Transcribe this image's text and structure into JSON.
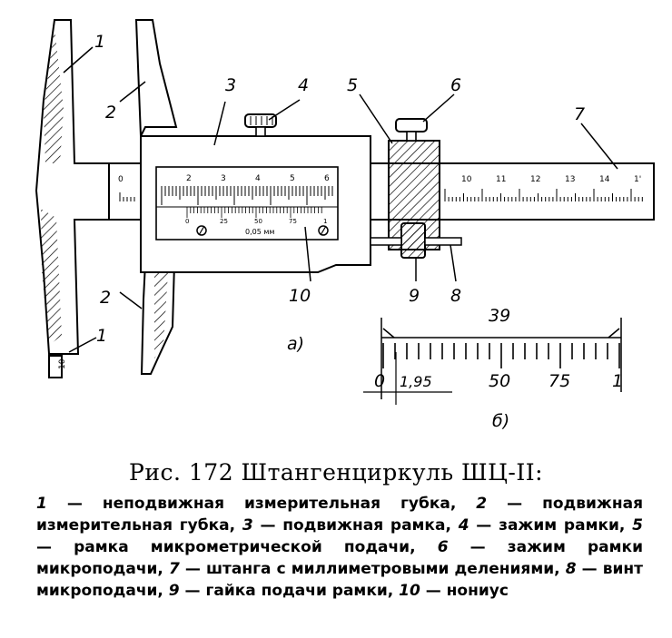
{
  "labels": {
    "l1_top": "1",
    "l2_top": "2",
    "l3": "3",
    "l4": "4",
    "l5": "5",
    "l6": "6",
    "l7": "7",
    "l2_bottom": "2",
    "l1_bottom": "1",
    "l10": "10",
    "l9": "9",
    "l8": "8",
    "part_a": "а)",
    "part_b": "б)"
  },
  "main_scale": {
    "zero": "0",
    "ticks": [
      "10",
      "11",
      "12",
      "13",
      "14",
      "1'"
    ]
  },
  "vernier_window": {
    "numbers": [
      "2",
      "3",
      "4",
      "5",
      "6"
    ],
    "lower": [
      "0",
      "25",
      "50",
      "75",
      "1"
    ],
    "precision": "0,05 мм",
    "jaw_mark": "10"
  },
  "detail_b": {
    "length": "39",
    "marks": [
      "0",
      "1,95",
      "50",
      "75",
      "1"
    ]
  },
  "caption": "Рис. 172 Штангенциркуль ШЦ-II:",
  "legend": [
    {
      "num": "1",
      "text": " — неподвижная измерительная губка, "
    },
    {
      "num": "2",
      "text": " — подвижная измерительная губка, "
    },
    {
      "num": "3",
      "text": " — подвижная рамка, "
    },
    {
      "num": "4",
      "text": " — зажим рамки, "
    },
    {
      "num": "5",
      "text": " — рамка микрометрической подачи, "
    },
    {
      "num": "6",
      "text": " — зажим рамки микроподачи, "
    },
    {
      "num": "7",
      "text": " — штанга с миллиметровыми делениями, "
    },
    {
      "num": "8",
      "text": " — винт микроподачи, "
    },
    {
      "num": "9",
      "text": " — гайка подачи рамки, "
    },
    {
      "num": "10",
      "text": " — нониус"
    }
  ]
}
